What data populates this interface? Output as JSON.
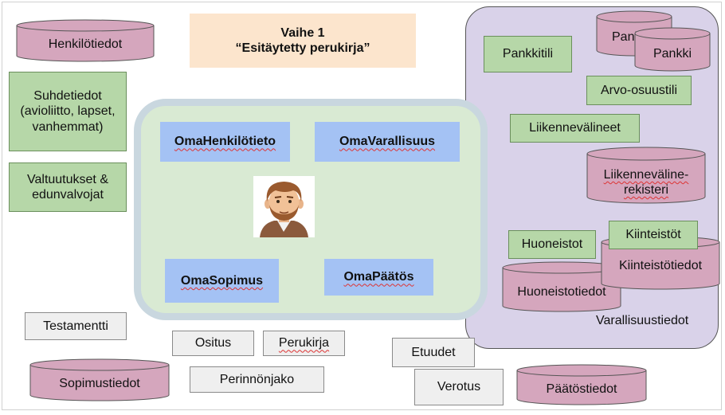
{
  "title": {
    "line1": "Vaihe 1",
    "line2": "“Esitäytetty perukirja”"
  },
  "left_databases": {
    "henkilotiedot": "Henkilötiedot",
    "sopimustiedot": "Sopimustiedot"
  },
  "left_boxes": {
    "suhdetiedot": "Suhdetiedot (avioliitto, lapset, vanhemmat)",
    "valtuutukset": "Valtuutukset & edunvalvojat",
    "testamentti": "Testamentti"
  },
  "center": {
    "oma_henkilotieto": "OmaHenkilötieto",
    "oma_varallisuus": "OmaVarallisuus",
    "oma_sopimus": "OmaSopimus",
    "oma_paatos": "OmaPäätös"
  },
  "bottom_boxes": {
    "ositus": "Ositus",
    "perukirja": "Perukirja",
    "perinnonjako": "Perinnönjako",
    "etuudet": "Etuudet",
    "verotus": "Verotus"
  },
  "bottom_databases": {
    "paatostiedot": "Päätöstiedot"
  },
  "varallisuus": {
    "region_label": "Varallisuustiedot",
    "pankki_back": "Pankki",
    "pankki_front": "Pankki",
    "pankkitili": "Pankkitili",
    "arvo_osuustili": "Arvo-osuustili",
    "liikennevalineet": "Liikennevälineet",
    "liikennevalinerekisteri": "Liikenneväline-rekisteri",
    "huoneistot": "Huoneistot",
    "kiinteistot": "Kiinteistöt",
    "kiinteistotiedot": "Kiinteistötiedot",
    "huoneistotiedot": "Huoneistotiedot"
  },
  "colors": {
    "database": "#d5a6bd",
    "green_box": "#b6d7a8",
    "blue_box": "#a4c2f4",
    "peach": "#fce5cd",
    "purple_region": "#d9d2e9",
    "green_region": "#d9ead3"
  },
  "icons": {
    "person": "person-avatar-icon"
  }
}
